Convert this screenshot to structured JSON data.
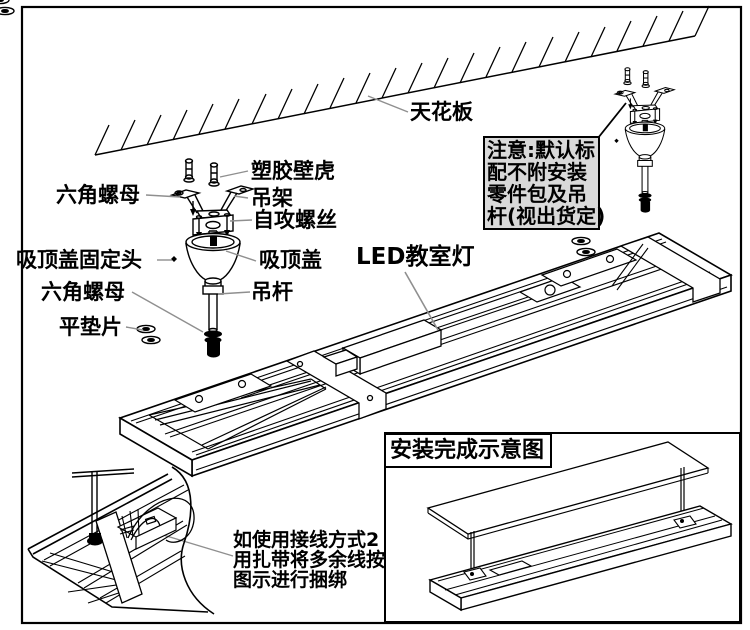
{
  "diagram": {
    "labels": {
      "ceiling": "天花板",
      "plastic_anchor": "塑胶壁虎",
      "hex_nut_top": "六角螺母",
      "hanger_bracket": "吊架",
      "self_tapping_screw": "自攻螺丝",
      "ceiling_cover_fixing_head": "吸顶盖固定头",
      "ceiling_cover": "吸顶盖",
      "hex_nut_bottom": "六角螺母",
      "hanging_rod": "吊杆",
      "flat_washer": "平垫片",
      "led_light": "LED教室灯"
    },
    "note_box": {
      "lines": [
        "注意:默认标",
        "配不附安装",
        "零件包及吊",
        "杆(视出货定)"
      ]
    },
    "wiring_note": {
      "lines": [
        "如使用接线方式2",
        "用扎带将多余线按",
        "图示进行捆绑"
      ]
    },
    "completed_box": {
      "title": "安装完成示意图"
    },
    "colors": {
      "line": "#000000",
      "leader": "#8f8f8f",
      "note_fill": "#d9d9d9",
      "background": "#ffffff"
    }
  }
}
